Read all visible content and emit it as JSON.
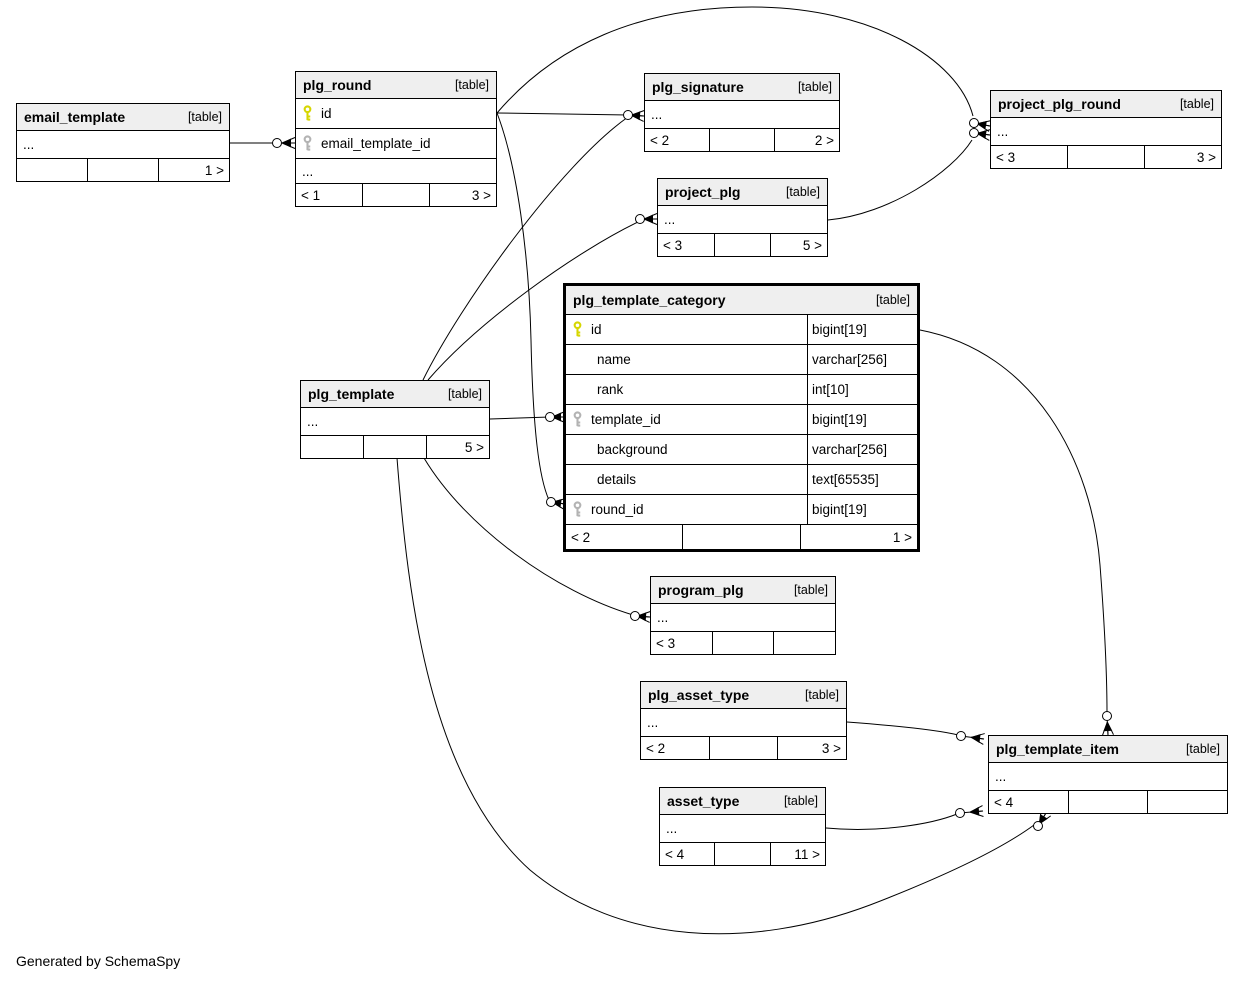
{
  "app": {
    "generator_caption": "Generated by SchemaSpy",
    "table_tag": "[table]",
    "ellipsis": "...",
    "colors": {
      "primary_key": "#d6d600",
      "foreign_key": "#b3b3b3",
      "header_bg": "#efefef",
      "line": "#000000"
    }
  },
  "tables": {
    "email_template": {
      "name": "email_template",
      "footer": {
        "left": "",
        "mid": "",
        "right": "1 >"
      }
    },
    "plg_round": {
      "name": "plg_round",
      "columns": [
        {
          "label": "id",
          "key": "pk"
        },
        {
          "label": "email_template_id",
          "key": "fk"
        }
      ],
      "footer": {
        "left": "< 1",
        "mid": "",
        "right": "3 >"
      }
    },
    "plg_signature": {
      "name": "plg_signature",
      "footer": {
        "left": "< 2",
        "mid": "",
        "right": "2 >"
      }
    },
    "project_plg_round": {
      "name": "project_plg_round",
      "footer": {
        "left": "< 3",
        "mid": "",
        "right": "3 >"
      }
    },
    "project_plg": {
      "name": "project_plg",
      "footer": {
        "left": "< 3",
        "mid": "",
        "right": "5 >"
      }
    },
    "plg_template_category": {
      "name": "plg_template_category",
      "columns": [
        {
          "label": "id",
          "type": "bigint[19]",
          "key": "pk"
        },
        {
          "label": "name",
          "type": "varchar[256]",
          "key": ""
        },
        {
          "label": "rank",
          "type": "int[10]",
          "key": ""
        },
        {
          "label": "template_id",
          "type": "bigint[19]",
          "key": "fk"
        },
        {
          "label": "background",
          "type": "varchar[256]",
          "key": ""
        },
        {
          "label": "details",
          "type": "text[65535]",
          "key": ""
        },
        {
          "label": "round_id",
          "type": "bigint[19]",
          "key": "fk"
        }
      ],
      "footer": {
        "left": "< 2",
        "mid": "",
        "right": "1 >"
      }
    },
    "plg_template": {
      "name": "plg_template",
      "footer": {
        "left": "",
        "mid": "",
        "right": "5 >"
      }
    },
    "program_plg": {
      "name": "program_plg",
      "footer": {
        "left": "< 3",
        "mid": "",
        "right": ""
      }
    },
    "plg_asset_type": {
      "name": "plg_asset_type",
      "footer": {
        "left": "< 2",
        "mid": "",
        "right": "3 >"
      }
    },
    "asset_type": {
      "name": "asset_type",
      "footer": {
        "left": "< 4",
        "mid": "",
        "right": "11 >"
      }
    },
    "plg_template_item": {
      "name": "plg_template_item",
      "footer": {
        "left": "< 4",
        "mid": "",
        "right": ""
      }
    }
  },
  "relationships": [
    {
      "parent": "email_template",
      "child": "plg_round",
      "child_column": "email_template_id"
    },
    {
      "parent": "plg_round",
      "child": "plg_signature"
    },
    {
      "parent": "plg_round",
      "child": "project_plg_round"
    },
    {
      "parent": "plg_round",
      "child": "plg_template_category",
      "child_column": "round_id"
    },
    {
      "parent": "plg_template",
      "child": "plg_signature"
    },
    {
      "parent": "plg_template",
      "child": "project_plg"
    },
    {
      "parent": "plg_template",
      "child": "plg_template_category",
      "child_column": "template_id"
    },
    {
      "parent": "plg_template",
      "child": "program_plg"
    },
    {
      "parent": "plg_template",
      "child": "plg_template_item"
    },
    {
      "parent": "project_plg",
      "child": "project_plg_round"
    },
    {
      "parent": "plg_template_category",
      "child": "plg_template_item"
    },
    {
      "parent": "plg_asset_type",
      "child": "plg_template_item"
    },
    {
      "parent": "asset_type",
      "child": "plg_template_item"
    }
  ]
}
